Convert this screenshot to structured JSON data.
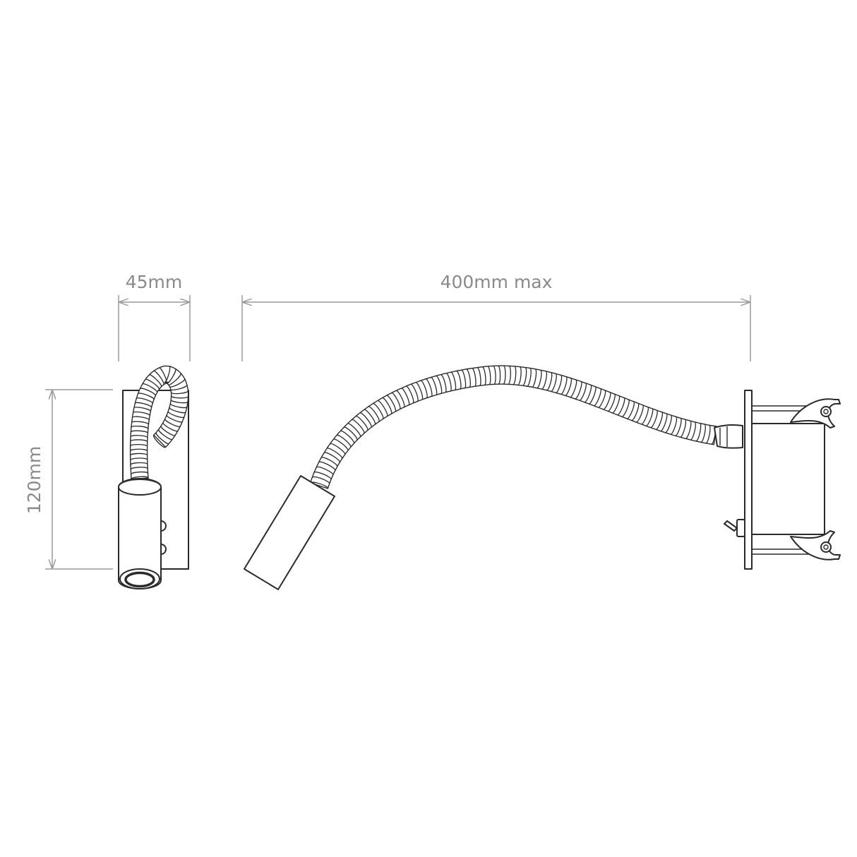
{
  "dimensions": {
    "width_front": "45mm",
    "length_side": "400mm max",
    "height_front": "120mm"
  },
  "colors": {
    "dimension": "#9a9a9a",
    "outline": "#2a2a2a",
    "background": "#ffffff"
  }
}
